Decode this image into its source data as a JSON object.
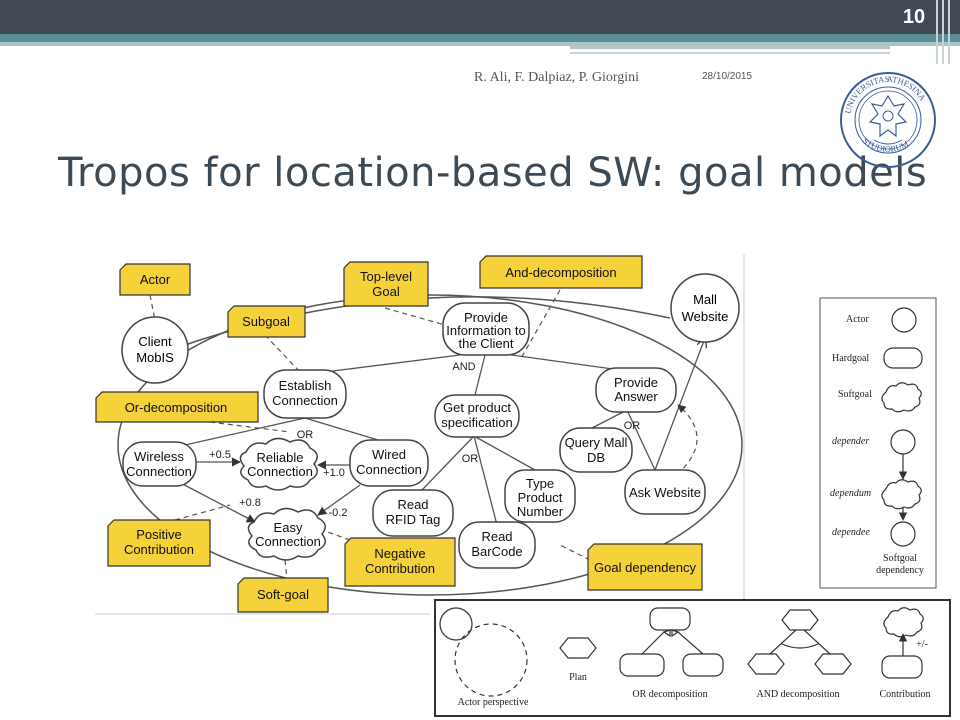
{
  "slide": {
    "page_number": "10",
    "authors": "R. Ali, F. Dalpiaz, P. Giorgini",
    "date": "28/10/2015",
    "title": "Tropos for location-based SW: goal models"
  },
  "seal": {
    "text_top": "UNIVERSITAS",
    "text_right": "ATHESINA",
    "text_bottom": "STUDIORUM",
    "colors": {
      "ink": "#3a5d99"
    }
  },
  "diagram": {
    "callouts": {
      "actor": "Actor",
      "top_level_goal_1": "Top-level",
      "top_level_goal_2": "Goal",
      "and_decomposition": "And-decomposition",
      "subgoal": "Subgoal",
      "or_decomposition": "Or-decomposition",
      "positive_contribution_1": "Positive",
      "positive_contribution_2": "Contribution",
      "negative_contribution_1": "Negative",
      "negative_contribution_2": "Contribution",
      "soft_goal": "Soft-goal",
      "goal_dependency": "Goal dependency"
    },
    "nodes": {
      "client_1": "Client",
      "client_2": "MobIS",
      "mall_1": "Mall",
      "mall_2": "Website",
      "provide_info_1": "Provide",
      "provide_info_2": "Information to",
      "provide_info_3": "the Client",
      "establish_1": "Establish",
      "establish_2": "Connection",
      "get_product_1": "Get product",
      "get_product_2": "specification",
      "provide_answer_1": "Provide",
      "provide_answer_2": "Answer",
      "wireless_1": "Wireless",
      "wireless_2": "Connection",
      "reliable_1": "Reliable",
      "reliable_2": "Connection",
      "wired_1": "Wired",
      "wired_2": "Connection",
      "query_mall_1": "Query Mall",
      "query_mall_2": "DB",
      "read_rfid_1": "Read",
      "read_rfid_2": "RFID Tag",
      "type_product_1": "Type",
      "type_product_2": "Product",
      "type_product_3": "Number",
      "ask_website": "Ask Website",
      "easy_1": "Easy",
      "easy_2": "Connection",
      "read_barcode_1": "Read",
      "read_barcode_2": "BarCode"
    },
    "link_labels": {
      "and": "AND",
      "or_establish": "OR",
      "or_get_product": "OR",
      "or_provide_answer": "OR",
      "plus_05": "+0.5",
      "plus_10": "+1.0",
      "plus_08": "+0.8",
      "minus_02": "-0.2"
    },
    "colors": {
      "callout_fill": "#f5d13a",
      "callout_stroke": "#333333",
      "line": "#555555"
    }
  },
  "legend_right": {
    "actor": "Actor",
    "hardgoal": "Hardgoal",
    "softgoal": "Softgoal",
    "depender": "depender",
    "dependum": "dependum",
    "dependee": "dependee",
    "softgoal_dependency_1": "Softgoal",
    "softgoal_dependency_2": "dependency"
  },
  "legend_bottom": {
    "actor_perspective": "Actor perspective",
    "plan": "Plan",
    "or_decomposition": "OR decomposition",
    "and_decomposition": "AND decomposition",
    "contribution": "Contribution",
    "plus_minus": "+/-"
  }
}
